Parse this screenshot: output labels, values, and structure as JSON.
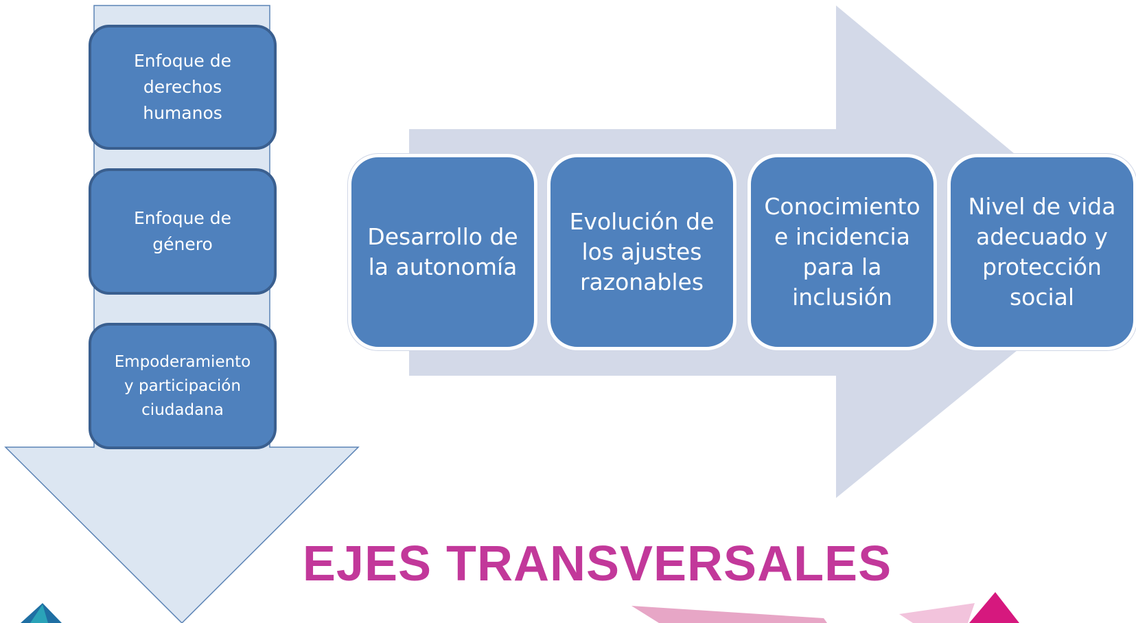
{
  "colors": {
    "box_fill": "#4f81bd",
    "box_border": "#3a5f8f",
    "down_arrow": "#dce6f2",
    "right_arrow": "#d3d9e8",
    "title": "#c2389a",
    "corner_blue": "#1f6fa3",
    "corner_pink": "#e6007e"
  },
  "vertical_flow": {
    "items": [
      "Enfoque de\nderechos\nhumanos",
      "Enfoque de\ngénero",
      "Empoderamiento\ny participación\nciudadana"
    ]
  },
  "horizontal_flow": {
    "items": [
      "Desarrollo de\nla autonomía",
      "Evolución de\nlos ajustes\nrazonables",
      "Conocimiento\ne incidencia\npara la\ninclusión",
      "Nivel de vida\nadecuado y\nprotección\nsocial"
    ]
  },
  "title": "EJES TRANSVERSALES"
}
